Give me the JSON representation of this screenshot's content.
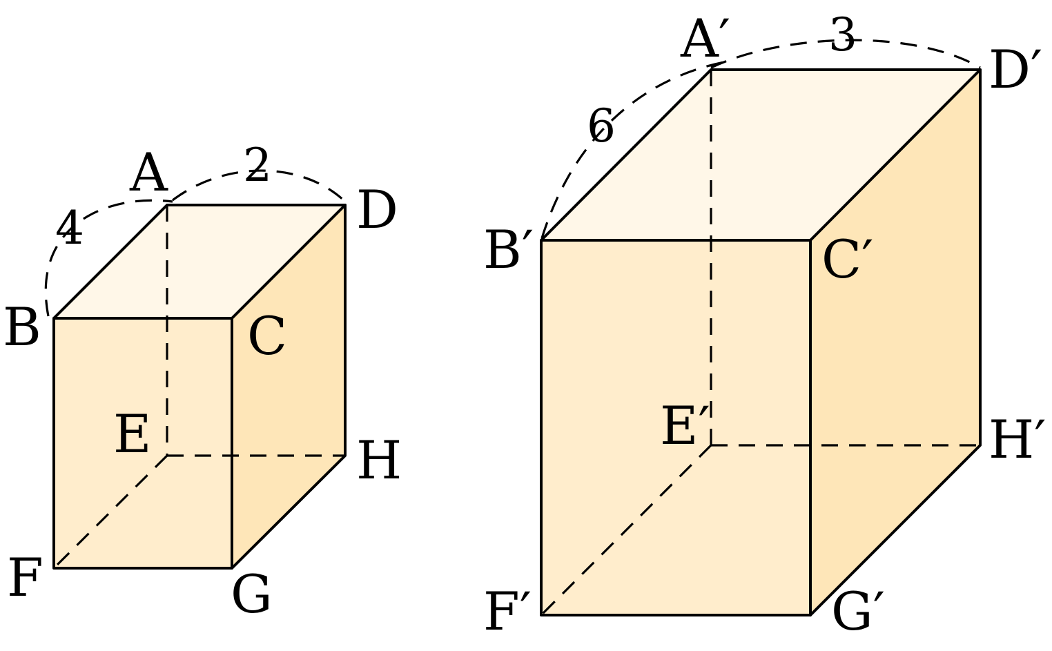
{
  "colors": {
    "top_face": "#fff7e8",
    "front_face": "#ffedcc",
    "side_face": "#fee6b8",
    "edge": "#000000"
  },
  "small_cuboid": {
    "labels": {
      "A": "A",
      "B": "B",
      "C": "C",
      "D": "D",
      "E": "E",
      "F": "F",
      "G": "G",
      "H": "H"
    },
    "dimensions": {
      "AB": "4",
      "AD": "2"
    }
  },
  "large_cuboid": {
    "labels": {
      "A": "A′",
      "B": "B′",
      "C": "C′",
      "D": "D′",
      "E": "E′",
      "F": "F′",
      "G": "G′",
      "H": "H′"
    },
    "dimensions": {
      "AB": "6",
      "AD": "3"
    }
  }
}
